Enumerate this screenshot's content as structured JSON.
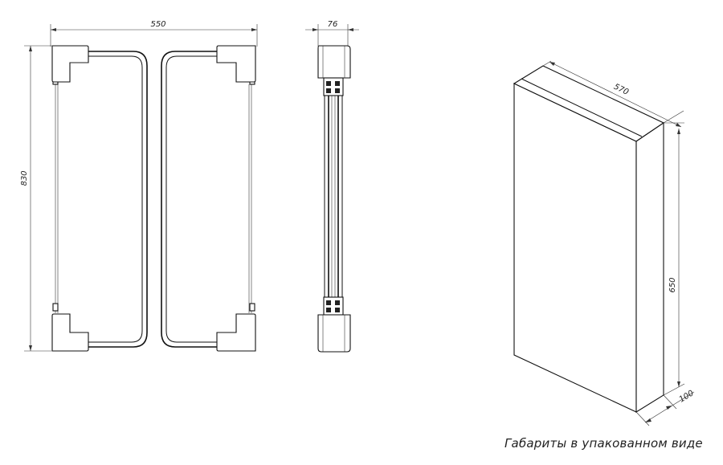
{
  "front_view": {
    "width_label": "550",
    "height_label": "830"
  },
  "side_view": {
    "depth_label": "76"
  },
  "package_view": {
    "width_label": "570",
    "height_label": "650",
    "depth_label": "100",
    "caption": "Габариты в упакованном виде"
  }
}
